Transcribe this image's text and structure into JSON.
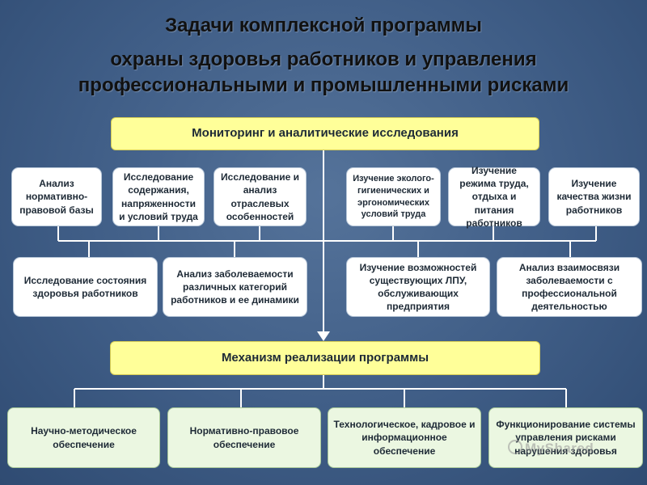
{
  "title": {
    "line1": "Задачи комплексной программы",
    "line2": "охраны здоровья работников и управления",
    "line3": "профессиональными и промышленными рисками"
  },
  "monitoring": "Мониторинг и аналитические исследования",
  "row1": [
    "Анализ нормативно-правовой базы",
    "Исследование содержания, напряженности и условий труда",
    "Исследование и анализ отраслевых особенностей",
    "Изучение эколого-гигиенических и эргономических условий труда",
    "Изучение режима труда, отдыха и питания работников",
    "Изучение качества жизни работников"
  ],
  "row2": [
    "Исследование состояния здоровья работников",
    "Анализ заболеваемости различных категорий работников и ее динамики",
    "Изучение возможностей существующих ЛПУ, обслуживающих предприятия",
    "Анализ взаимосвязи заболеваемости с профессиональной деятельностью"
  ],
  "mechanism": "Механизм реализации программы",
  "row3": [
    "Научно-методическое обеспечение",
    "Нормативно-правовое обеспечение",
    "Технологическое, кадровое и информационное обеспечение",
    "Функционирование системы управления рисками нарушения здоровья"
  ],
  "watermark": "MyShared",
  "colors": {
    "background": "#3f5d86",
    "header_box": "#ffff99",
    "task_box": "#ffffff",
    "bottom_box": "#ebf7e1"
  }
}
